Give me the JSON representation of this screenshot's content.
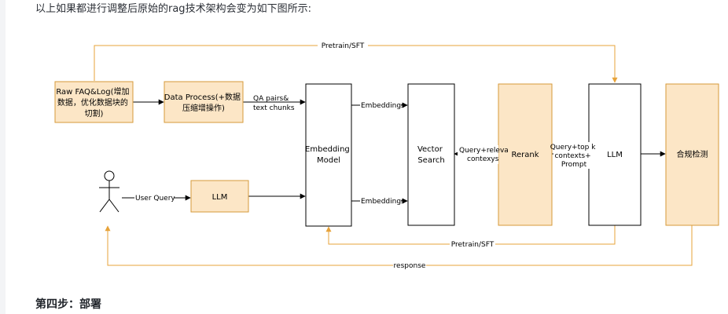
{
  "doc": {
    "intro_text": "以上如果都进行调整后原始的rag技术架构会变为如下图所示:",
    "step_heading": "第四步：部署"
  },
  "colors": {
    "orange_fill": "#fce6c6",
    "orange_border": "#d69a3a",
    "orange_line": "#e7a33a",
    "black": "#000000"
  },
  "diagram": {
    "nodes": {
      "raw_faq": {
        "lines": [
          "Raw FAQ&Log(增加",
          "数据，优化数据块的",
          "切割)"
        ]
      },
      "data_process": {
        "lines": [
          "Data Process(+数据",
          "压缩增操作)"
        ]
      },
      "embedding_model": {
        "lines": [
          "Embedding",
          "Model"
        ]
      },
      "vector_search": {
        "lines": [
          "Vector",
          "Search"
        ]
      },
      "rerank": {
        "lines": [
          "Rerank"
        ]
      },
      "llm_main": {
        "lines": [
          "LLM"
        ]
      },
      "compliance": {
        "lines": [
          "合规检测"
        ]
      },
      "llm_query": {
        "lines": [
          "LLM"
        ]
      }
    },
    "edge_labels": {
      "pretrain_top": "Pretrain/SFT",
      "qa_pairs": [
        "QA pairs&",
        "text chunks"
      ],
      "embeddings_top": "Embeddings",
      "embeddings_bottom": "Embeddings",
      "query_relevant": [
        "Query+releva",
        "contexys"
      ],
      "query_topk": [
        "Query+top k",
        "contexts+",
        "Prompt"
      ],
      "user_query": "User Query",
      "pretrain_bottom": "Pretrain/SFT",
      "response": "response"
    }
  }
}
